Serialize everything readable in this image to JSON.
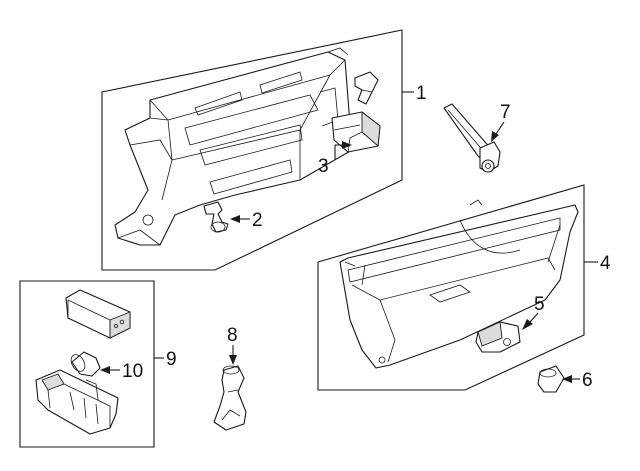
{
  "diagram": {
    "callouts": [
      {
        "id": "c1",
        "label": "1"
      },
      {
        "id": "c2",
        "label": "2"
      },
      {
        "id": "c3",
        "label": "3"
      },
      {
        "id": "c4",
        "label": "4"
      },
      {
        "id": "c5",
        "label": "5"
      },
      {
        "id": "c6",
        "label": "6"
      },
      {
        "id": "c7",
        "label": "7"
      },
      {
        "id": "c8",
        "label": "8"
      },
      {
        "id": "c9",
        "label": "9"
      },
      {
        "id": "c10",
        "label": "10"
      }
    ],
    "colors": {
      "line": "#1a1a1a",
      "fill": "#ffffff",
      "shade": "#dcdcdc"
    }
  }
}
